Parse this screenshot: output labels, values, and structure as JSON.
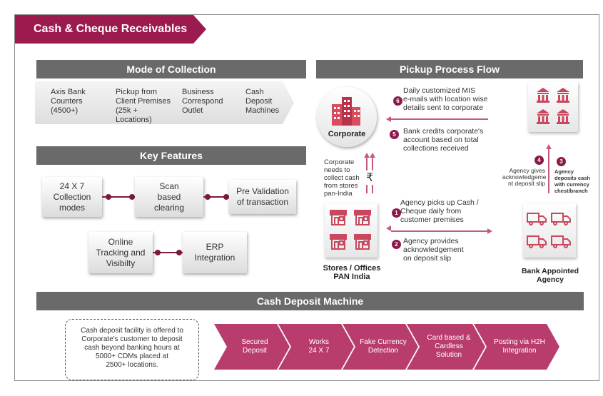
{
  "title": "Cash & Cheque Receivables",
  "mode_of_collection": {
    "heading": "Mode of Collection",
    "items": [
      "Axis Bank\nCounters\n(4500+)",
      "Pickup from\nClient Premises\n(25k + Locations)",
      "Business\nCorrespond\nOutlet",
      "Cash\nDeposit\nMachines"
    ]
  },
  "key_features": {
    "heading": "Key Features",
    "items": [
      "24 X 7\nCollection\nmodes",
      "Scan\nbased\nclearing",
      "Pre Validation\nof transaction",
      "Online\nTracking and\nVisibilty",
      "ERP\nIntegration"
    ]
  },
  "pickup_flow": {
    "heading": "Pickup Process Flow",
    "corporate_label": "Corporate",
    "corporate_note": "Corporate\nneeds to\ncollect cash\nfrom stores\npan-India",
    "rupee": "₹",
    "stores_label": "Stores / Offices\nPAN India",
    "agency_label": "Bank Appointed\nAgency",
    "steps": [
      {
        "num": "1",
        "text": "Agency picks up Cash /\nCheque daily from\ncustomer premises"
      },
      {
        "num": "2",
        "text": "Agency provides\nacknowledgement\non deposit slip"
      },
      {
        "num": "3",
        "text": "Agency\ndeposits cash\nwith currency\nchest/branch"
      },
      {
        "num": "4",
        "text": "Agency gives\nacknowledgeme\nnt deposit slip"
      },
      {
        "num": "5",
        "text": "Bank credits corporate's\naccount based on total\ncollections received"
      },
      {
        "num": "6",
        "text": "Daily customized MIS\ne-mails with location wise\ndetails sent to corporate"
      }
    ]
  },
  "cash_deposit_machine": {
    "heading": "Cash  Deposit Machine",
    "description": "Cash deposit facility is offered to\nCorporate's customer to deposit\ncash beyond banking hours at\n5000+ CDMs placed at\n2500+ locations.",
    "features": [
      "Secured\nDeposit",
      "Works\n24 X 7",
      "Fake Currency\nDetection",
      "Card based &\nCardless Solution",
      "Posting via H2H\nIntegration"
    ]
  },
  "colors": {
    "brand": "#9b1b4f",
    "header_bar": "#6a6a6a",
    "chevron_pink": "#b83d6c",
    "connector": "#7a1a3d"
  }
}
